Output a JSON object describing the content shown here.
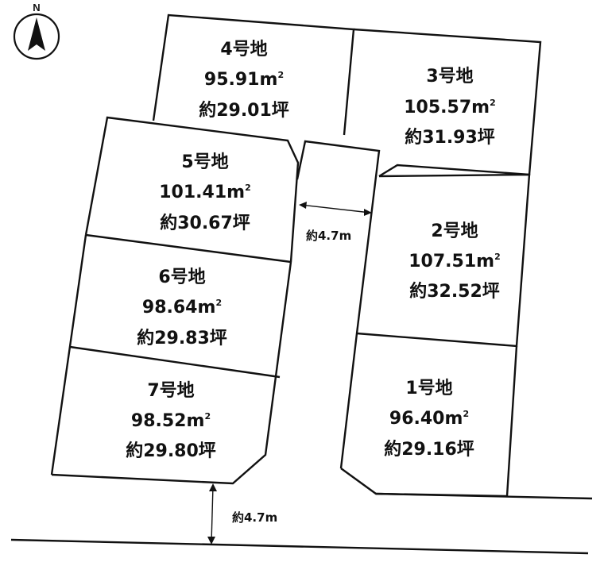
{
  "north": {
    "label": "N",
    "icon": "north-arrow-icon"
  },
  "lots": [
    {
      "id": "lot-1",
      "name": "1号地",
      "area": "96.40",
      "unit": "m",
      "unit_sup": "2",
      "tsubo": "約29.16坪"
    },
    {
      "id": "lot-2",
      "name": "2号地",
      "area": "107.51",
      "unit": "m",
      "unit_sup": "2",
      "tsubo": "約32.52坪"
    },
    {
      "id": "lot-3",
      "name": "3号地",
      "area": "105.57",
      "unit": "m",
      "unit_sup": "2",
      "tsubo": "約31.93坪"
    },
    {
      "id": "lot-4",
      "name": "4号地",
      "area": "95.91",
      "unit": "m",
      "unit_sup": "2",
      "tsubo": "約29.01坪"
    },
    {
      "id": "lot-5",
      "name": "5号地",
      "area": "101.41",
      "unit": "m",
      "unit_sup": "2",
      "tsubo": "約30.67坪"
    },
    {
      "id": "lot-6",
      "name": "6号地",
      "area": "98.64",
      "unit": "m",
      "unit_sup": "2",
      "tsubo": "約29.83坪"
    },
    {
      "id": "lot-7",
      "name": "7号地",
      "area": "98.52",
      "unit": "m",
      "unit_sup": "2",
      "tsubo": "約29.80坪"
    }
  ],
  "dimensions": {
    "private_road_width": "約4.7m",
    "front_road_width": "約4.7m"
  }
}
